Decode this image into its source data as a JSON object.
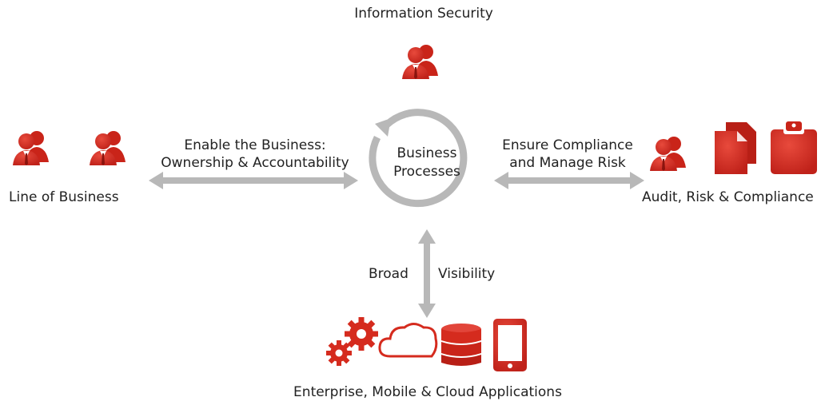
{
  "title": "Information Security",
  "center": {
    "line1": "Business",
    "line2": "Processes"
  },
  "left": {
    "arrow_line1": "Enable the Business:",
    "arrow_line2": "Ownership & Accountability",
    "node_label": "Line of Business"
  },
  "right": {
    "arrow_line1": "Ensure Compliance",
    "arrow_line2": "and Manage Risk",
    "node_label": "Audit, Risk & Compliance"
  },
  "bottom": {
    "arrow_left": "Broad",
    "arrow_right": "Visibility",
    "node_label": "Enterprise, Mobile & Cloud Applications"
  },
  "colors": {
    "accent_red": "#d52b1e",
    "arrow_gray": "#b8b8b8",
    "text": "#222222"
  },
  "icons": {
    "top": [
      "people-icon"
    ],
    "left": [
      "people-icon",
      "people-icon"
    ],
    "right": [
      "people-icon",
      "documents-icon",
      "clipboard-icon"
    ],
    "bottom": [
      "gears-icon",
      "cloud-icon",
      "database-icon",
      "tablet-icon"
    ]
  }
}
